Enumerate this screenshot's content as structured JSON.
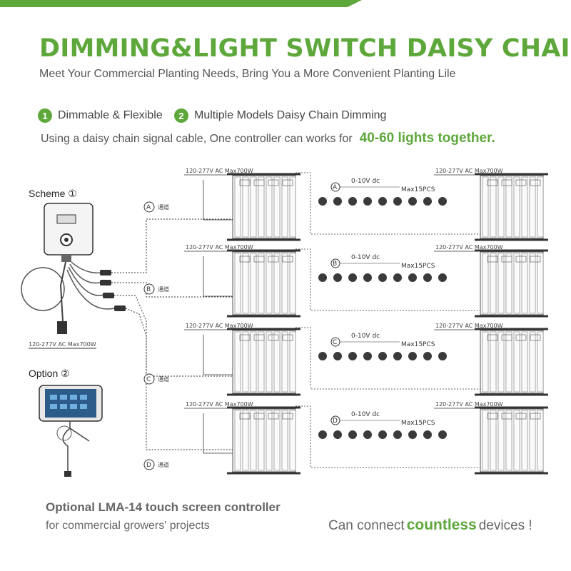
{
  "header": {
    "title": "DIMMING&LIGHT SWITCH DAISY CHAIN",
    "subtitle": "Meet Your Commercial Planting Needs, Bring You a More Convenient Planting Lile"
  },
  "features": [
    {
      "number": "1",
      "label": "Dimmable & Flexible"
    },
    {
      "number": "2",
      "label": "Multiple Models Daisy Chain Dimming"
    }
  ],
  "chain_info": {
    "text": "Using a daisy chain signal cable, One controller can works for",
    "highlight": "40-60 lights together."
  },
  "diagram": {
    "scheme_label": "Scheme ①",
    "option_label": "Option ②",
    "controller_power_label": "120-277V AC Max700W",
    "fixture_power_label": "120-277V AC Max700W",
    "signal_label": "0-10V dc",
    "max_label": "Max15PCS",
    "channel_text": "通道",
    "channels": [
      "A",
      "B",
      "C",
      "D"
    ]
  },
  "footer": {
    "controller_line1": "Optional LMA-14 touch screen controller",
    "controller_line2": "for commercial growers' projects",
    "connect_prefix": "Can connect",
    "connect_highlight": "countless",
    "connect_suffix": "devices !"
  },
  "colors": {
    "accent": "#5ea83b",
    "text": "#555555"
  }
}
